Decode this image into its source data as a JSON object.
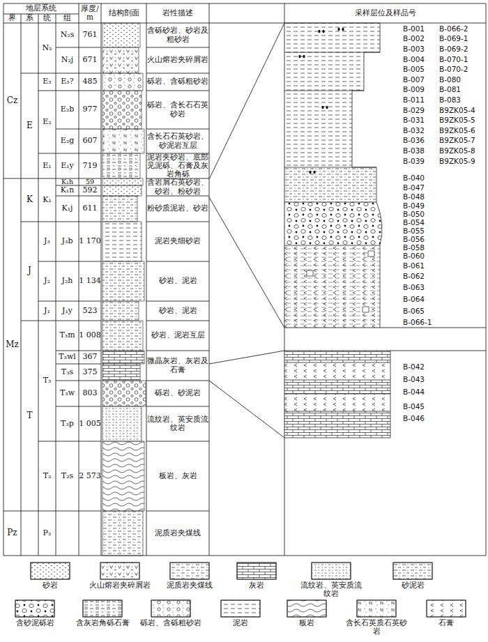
{
  "diagram": {
    "labels": [
      "地层系统",
      "界",
      "系",
      "统",
      "组",
      "厚度/m",
      "结构剖面",
      "岩性描述",
      "采样层位及样品号",
      "Cz",
      "Mz",
      "Pz",
      "E",
      "K",
      "J",
      "T",
      "N₂",
      "E₃",
      "E₂",
      "E₁",
      "K₁",
      "J₃",
      "J₂",
      "J₁",
      "T₃",
      "T₂",
      "P₂",
      "N₂s",
      "761",
      "N₂j",
      "671",
      "E₃?",
      "485",
      "E₂b",
      "977",
      "E₂g",
      "607",
      "E₁y",
      "719",
      "K₁h",
      "59",
      "K₁n",
      "592",
      "K₁j",
      "611",
      "J₃b",
      "1 170",
      "J₂h",
      "1 134",
      "J₁y",
      "523",
      "T₃m",
      "1 008",
      "T₃wl",
      "367",
      "T₃s",
      "375",
      "T₃w",
      "803",
      "T₃p",
      "1 005",
      "T₂s",
      "2 573",
      "含砾砂岩、砂岩及粗砂岩",
      "火山熔岩夹碎屑岩",
      "砾岩、含砾粗砂岩",
      "砾岩、含长石石英砂岩",
      "含长石石英砂岩、砂泥岩互层",
      "泥岩夹砂岩、底部见泥砾、石膏及灰岩角砾",
      "含岩屑石英砂岩、砂岩、粉砂岩",
      "粉砂质泥岩、砂岩",
      "泥岩夹细砂岩",
      "砂岩、泥岩",
      "砂岩、泥岩",
      "砂岩、泥岩互层",
      "微晶灰岩、灰岩及石膏",
      "砾岩、砂泥岩",
      "流纹岩、英安质流纹岩",
      "板岩、灰岩",
      "泥质岩夹煤线",
      "B-001",
      "B-002",
      "B-003",
      "B-004",
      "B-005",
      "B-007",
      "B-009",
      "B-011",
      "B-029",
      "B-031",
      "B-032",
      "B-036",
      "B-038",
      "B-039",
      "B-040",
      "B-047",
      "B-048",
      "B-049",
      "B-050",
      "B-054",
      "B-055",
      "B-056",
      "B-058",
      "B-060",
      "B-061",
      "B-062",
      "B-063",
      "B-064",
      "B-065",
      "B-066-1",
      "B-066-2",
      "B-069-1",
      "B-069-2",
      "B-070-1",
      "B-070-2",
      "B-080",
      "B-081",
      "B-083",
      "B9ZK05-4",
      "B9ZK05-5",
      "B9ZK05-6",
      "B9ZK05-7",
      "B9ZK05-8",
      "B9ZK05-9",
      "B-042",
      "B-043",
      "B-044",
      "B-045",
      "B-046"
    ],
    "legend": [
      {
        "text": "砂岩"
      },
      {
        "text": "火山熔岩夹碎屑岩"
      },
      {
        "text": "泥质岩夹煤线"
      },
      {
        "text": "灰岩"
      },
      {
        "text": "流纹岩、英安质流纹岩"
      },
      {
        "text": "砂泥岩"
      },
      {
        "text": "含砂泥砾岩"
      },
      {
        "text": "含灰岩角砾石膏"
      },
      {
        "text": "砾岩、含砾粗砂岩"
      },
      {
        "text": "泥岩"
      },
      {
        "text": "板岩"
      },
      {
        "text": "含长石英质石英砂岩"
      },
      {
        "text": "石膏"
      }
    ]
  }
}
